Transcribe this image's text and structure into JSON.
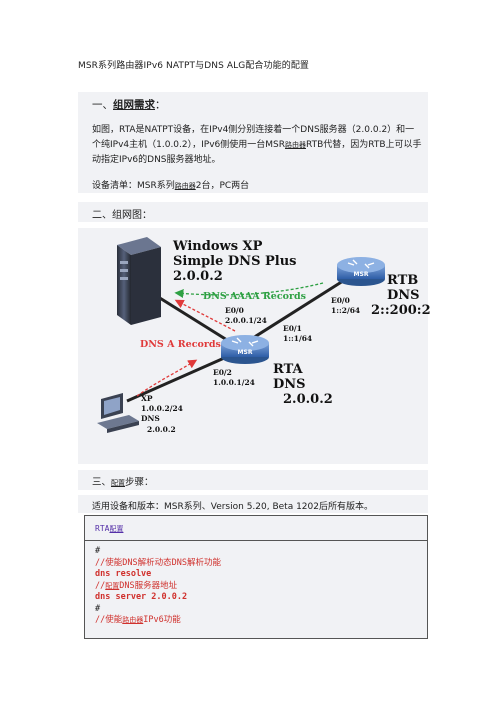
{
  "doc": {
    "title": "MSR系列路由器IPv6 NATPT与DNS ALG配合功能的配置"
  },
  "section1": {
    "heading_prefix": "一、",
    "heading_bold": "组网需求",
    "heading_suffix": "：",
    "para_part1": "如图，RTA是NATPT设备，在IPv4侧分别连接着一个DNS服务器（2.0.0.2）和一个纯IPv4主机（1.0.0.2），IPv6侧使用一台MSR",
    "para_router": "路由器",
    "para_part2": "RTB代替，因为RTB上可以手动指定IPv6的DNS服务器地址。",
    "equip_prefix": "设备清单：MSR系列",
    "equip_router": "路由器",
    "equip_suffix": "2台，PC两台"
  },
  "section2": {
    "heading": "二、组网图："
  },
  "diagram": {
    "server_line1": "Windows XP",
    "server_line2": "Simple DNS Plus",
    "server_line3": "2.0.0.2",
    "aaaa_label": "DNS AAAA Records",
    "a_label": "DNS A Records",
    "rta_e00_name": "E0/0",
    "rta_e00_ip": "2.0.0.1/24",
    "rta_e01_name": "E0/1",
    "rta_e01_ip": "1::1/64",
    "rta_e02_name": "E0/2",
    "rta_e02_ip": "1.0.0.1/24",
    "rta_name": "RTA",
    "rta_dns": "DNS",
    "rta_dns_ip": "2.0.0.2",
    "rtb_e00_name": "E0/0",
    "rtb_e00_ip": "1::2/64",
    "rtb_name": "RTB",
    "rtb_dns": "DNS",
    "rtb_dns_ip": "2::200:2",
    "router_badge": "MSR",
    "xp_name": "XP",
    "xp_ip": "1.0.0.2/24",
    "xp_dns": "DNS",
    "xp_dns_ip": "2.0.0.2"
  },
  "section3": {
    "heading_prefix": "三、",
    "heading_link": "配置",
    "heading_suffix": "步骤：",
    "version": "适用设备和版本：MSR系列、Version 5.20, Beta 1202后所有版本。"
  },
  "config": {
    "title_prefix": "RTA",
    "title_link": "配置",
    "l1": "#",
    "l2_a": "//使能DNS解析动态DNS解析功能",
    "l3": "dns resolve",
    "l4_a": "//",
    "l4_link": "配置",
    "l4_b": "DNS服务器地址",
    "l5": "dns server 2.0.0.2",
    "l6": "#",
    "l7_a": "//使能",
    "l7_link": "路由器",
    "l7_b": "IPv6功能"
  },
  "colors": {
    "aaaa_green": "#2ea043",
    "a_red": "#e03a3a",
    "router_blue": "#3d6fb5",
    "band_gray": "#f1f2f5"
  }
}
